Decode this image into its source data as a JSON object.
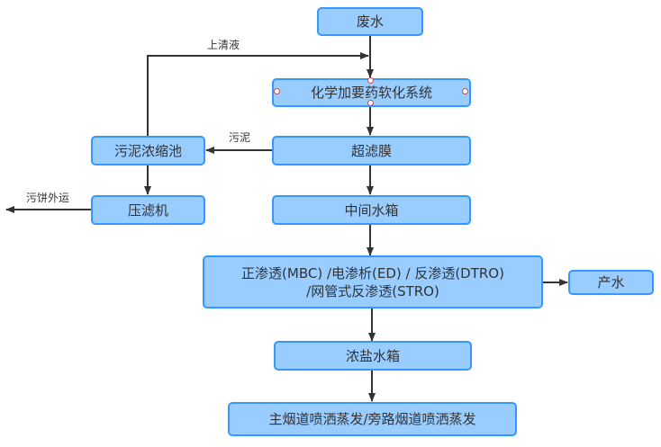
{
  "nodes": {
    "wastewater": "废水",
    "chemical_softening": "化学加要药软化系统",
    "ultrafiltration": "超滤膜",
    "intermediate_tank": "中间水箱",
    "membrane_line1": "正渗透(MBC) /电渗析(ED) / 反渗透(DTRO)",
    "membrane_line2": "/网管式反渗透(STRO)",
    "product_water": "产水",
    "brine_tank": "浓盐水箱",
    "evaporation": "主烟道喷洒蒸发/旁路烟道喷洒蒸发",
    "sludge_thickener": "污泥浓缩池",
    "filter_press": "压滤机"
  },
  "edge_labels": {
    "supernatant": "上清液",
    "sludge": "污泥",
    "cake_outbound": "污饼外运"
  },
  "colors": {
    "node_fill": "#99ccff",
    "node_border": "#3399ff",
    "edge": "#333333"
  }
}
